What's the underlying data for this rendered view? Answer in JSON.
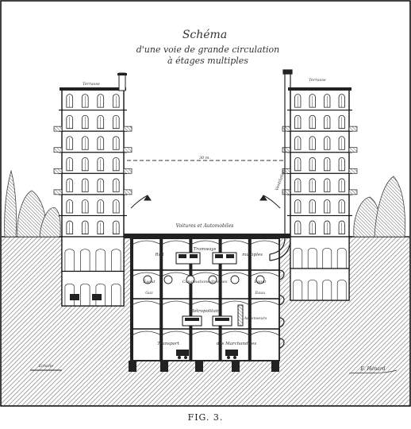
{
  "title": {
    "line1": "Schéma",
    "line2": "d'une voie de grande circulation",
    "line3": "à étages multiples"
  },
  "labels": {
    "terrasse_left": "Terrasse",
    "terrasse_right": "Terrasse",
    "width_mark": "30 m.",
    "ventilation": "Ventilation",
    "voitures": "Voitures et Automobiles",
    "rail": "Rail",
    "tramways": "Tramways",
    "multiples": "multiples",
    "egout_left": "Égout",
    "canalisations": "Canalisations diverses",
    "egout_right": "Égout",
    "gaz": "Gaz",
    "eaux": "Eaux",
    "metropolitain": "Métropolitain",
    "ascenseurs": "Ascenseurs",
    "transport": "Transport",
    "marchandises": "des Marchandises",
    "scale": "Échelle",
    "signature": "E. Hénard"
  },
  "caption": "FIG. 3.",
  "colors": {
    "ink": "#1a1a1a",
    "paper": "#ffffff",
    "hatch": "#555555"
  }
}
